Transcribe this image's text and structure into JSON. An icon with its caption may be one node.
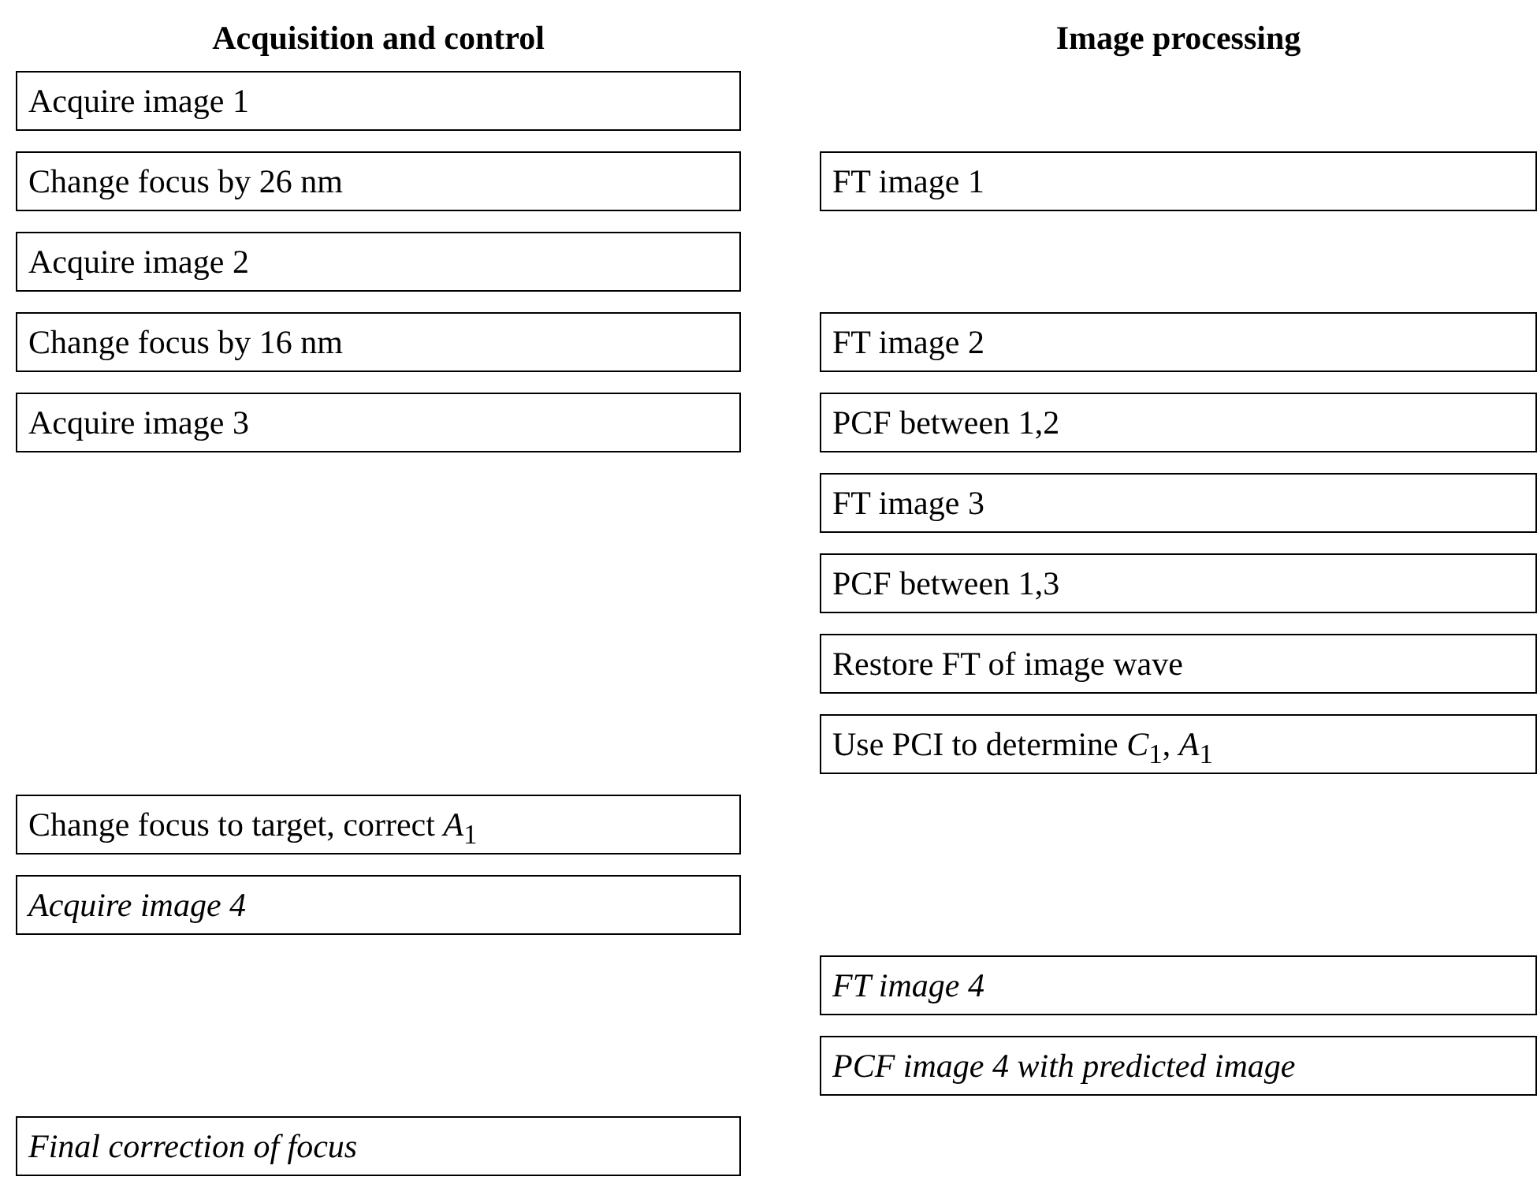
{
  "diagram": {
    "nodes": [
      {
        "text": [
          "Acquire image 1"
        ]
      },
      {
        "text": [
          "Change focus by 26 nm"
        ]
      },
      {
        "text": [
          "FT image 1"
        ]
      },
      {
        "text": [
          "Acquire image 2"
        ]
      },
      {
        "text": [
          "Change focus by 16 nm"
        ]
      },
      {
        "text": [
          "FT image 2"
        ]
      },
      {
        "text": [
          "Acquire image 3"
        ]
      },
      {
        "text": [
          "PCF between 1,2"
        ]
      },
      {
        "text": [
          "FT image 3"
        ]
      },
      {
        "text": [
          "PCF between 1,3"
        ]
      },
      {
        "text": [
          "Restore FT of image wave"
        ]
      },
      {
        "text": [
          "Use PCI to determine *C*$_{1}$, *A*$_{1}$"
        ]
      },
      {
        "text": [
          "Change focus to target, correct *A*$_{1}$"
        ]
      },
      {
        "text": [
          "Acquire image 4"
        ]
      },
      {
        "text": [
          "FT image 4"
        ]
      },
      {
        "text": [
          "PCF image 4 with predicted image"
        ]
      },
      {
        "text": [
          "Final correction of focus"
        ]
      }
    ],
    "labels": [
      "Acquisition and control",
      "Image processing"
    ]
  }
}
